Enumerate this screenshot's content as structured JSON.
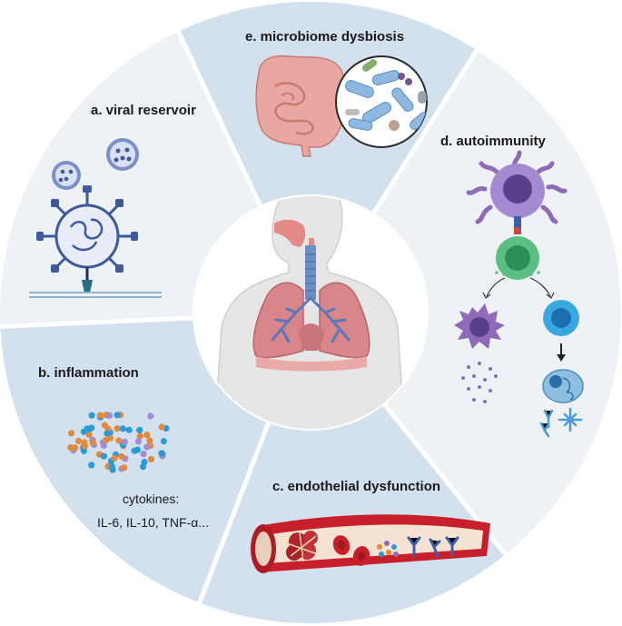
{
  "sections": {
    "microbiome": {
      "label": "e. microbiome dysbiosis"
    },
    "viral": {
      "label": "a. viral reservoir"
    },
    "autoimmunity": {
      "label": "d. autoimmunity"
    },
    "inflammation": {
      "label": "b. inflammation",
      "cytokines_heading": "cytokines:",
      "cytokines_list": "IL-6, IL-10, TNF-α..."
    },
    "endothelial": {
      "label": "c. endothelial dysfunction"
    }
  },
  "colors": {
    "sector_light": "#eef2f6",
    "sector_blue": "#d3e1ee",
    "divider": "#ffffff",
    "virus": "#3d5a9e",
    "vessel": "#c8202a",
    "tissue": "#e8a7a0",
    "cell_purple": "#8e6ab8",
    "cell_green": "#5bbf84",
    "cell_blue": "#2a9ad8"
  },
  "icons": [
    "virus-icon",
    "intestine-icon",
    "bacteria-icon",
    "immune-cell-icon",
    "blood-vessel-icon",
    "human-torso-icon",
    "lungs-icon",
    "cytokine-dots-icon",
    "antibody-icon"
  ]
}
